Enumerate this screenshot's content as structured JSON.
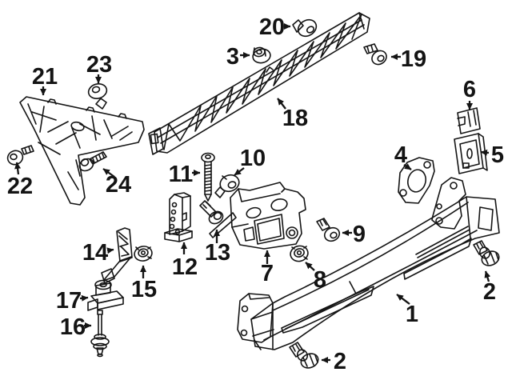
{
  "diagram": {
    "kind": "exploded-parts-line-drawing",
    "background_color": "#ffffff",
    "line_color": "#141414",
    "callouts": {
      "c1": "1",
      "c2a": "2",
      "c2b": "2",
      "c3": "3",
      "c4": "4",
      "c5": "5",
      "c6": "6",
      "c7": "7",
      "c8": "8",
      "c9": "9",
      "c10": "10",
      "c11": "11",
      "c12": "12",
      "c13": "13",
      "c14": "14",
      "c15": "15",
      "c16": "16",
      "c17": "17",
      "c18": "18",
      "c19": "19",
      "c20": "20",
      "c21": "21",
      "c22": "22",
      "c23": "23",
      "c24": "24"
    }
  }
}
